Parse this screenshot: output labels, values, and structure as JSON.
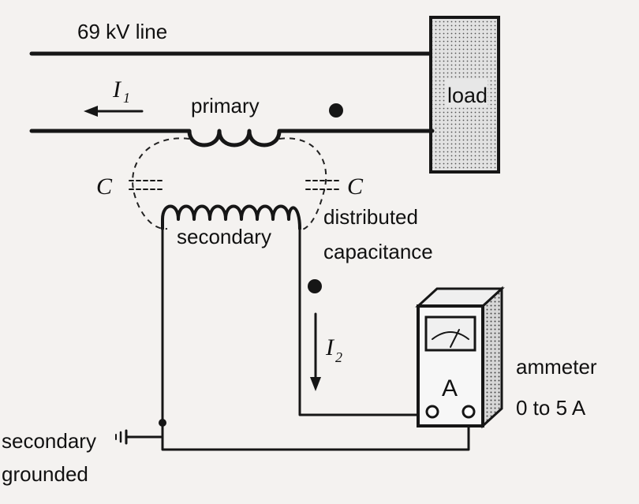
{
  "labels": {
    "line": "69 kV line",
    "load": "load",
    "current_primary": "I",
    "current_primary_sub": "1",
    "primary": "primary",
    "cap_left": "C",
    "cap_right": "C",
    "secondary": "secondary",
    "distributed_1": "distributed",
    "distributed_2": "capacitance",
    "current_secondary": "I",
    "current_secondary_sub": "2",
    "ammeter_letter": "A",
    "ammeter_1": "ammeter",
    "ammeter_2": "0 to 5 A",
    "ground_1": "secondary",
    "ground_2": "grounded"
  },
  "colors": {
    "ink": "#161616",
    "paper": "#f4f2f0",
    "load_fill": "#d9d9d9"
  },
  "icons": {
    "ground": "ground-symbol-icon",
    "ammeter": "ammeter-icon"
  }
}
